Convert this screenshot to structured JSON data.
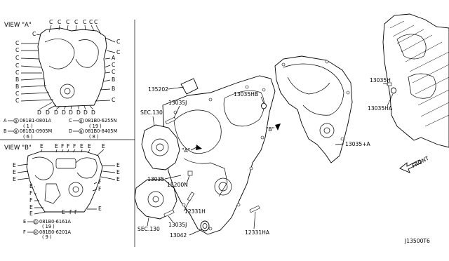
{
  "views": {
    "a": {
      "title": "VIEW \"A\"",
      "top_letters": [
        "C",
        "C",
        "C",
        "C",
        "C",
        "C",
        "C"
      ],
      "left_letters": [
        "C",
        "C",
        "C",
        "C",
        "C",
        "C",
        "B",
        "B",
        "C",
        "C"
      ],
      "right_letters": [
        "C",
        "C",
        "A",
        "C",
        "C",
        "B",
        "B",
        "C"
      ],
      "bottom_letters": [
        "D",
        "D",
        "D",
        "D",
        "D",
        "D",
        "D",
        "D"
      ],
      "legend": [
        {
          "key": "A",
          "sym": "B",
          "part": "081B1-0801A",
          "qty": "( 1 )"
        },
        {
          "key": "B",
          "sym": "B",
          "part": "081B1-0905M",
          "qty": "( 6 )"
        },
        {
          "key": "C",
          "sym": "B",
          "part": "081B0-6255N",
          "qty": "( 19 )"
        },
        {
          "key": "D",
          "sym": "B",
          "part": "081B0-8405M",
          "qty": "( 8 )"
        }
      ]
    },
    "b": {
      "title": "VIEW \"B\"",
      "top_letters": [
        "E",
        "E",
        "F",
        "F",
        "F",
        "E",
        "E",
        "E"
      ],
      "left_letters": [
        "E",
        "E",
        "E",
        "E",
        "F",
        "F",
        "E",
        "E"
      ],
      "right_letters": [
        "E",
        "E",
        "E",
        "F",
        "F",
        "E"
      ],
      "bottom_letters": [
        "E",
        "F",
        "F"
      ],
      "legend": [
        {
          "key": "E",
          "sym": "B",
          "part": "081B0-6161A",
          "qty": "( 19 )"
        },
        {
          "key": "F",
          "sym": "B",
          "part": "081B0-6201A",
          "qty": "( 9 )"
        }
      ]
    }
  },
  "callouts": {
    "p135202": "135202",
    "p13035j_top": "13035J",
    "sec130_top": "SEC.130",
    "view_a_marker": "\"A\"",
    "p13035": "13035",
    "p15200n": "15200N",
    "p12331h": "12331H",
    "p13035j_bottom": "13035J",
    "sec130_bottom": "SEC.130",
    "p13042": "13042",
    "p12331ha": "12331HA",
    "p13035hb": "13035HB",
    "view_b_marker": "\"B\"",
    "p13035a": "13035+A",
    "p13035h": "13035H",
    "p13035ha": "13035HA",
    "front": "FRONT"
  },
  "diagram_id": "J13500T6"
}
